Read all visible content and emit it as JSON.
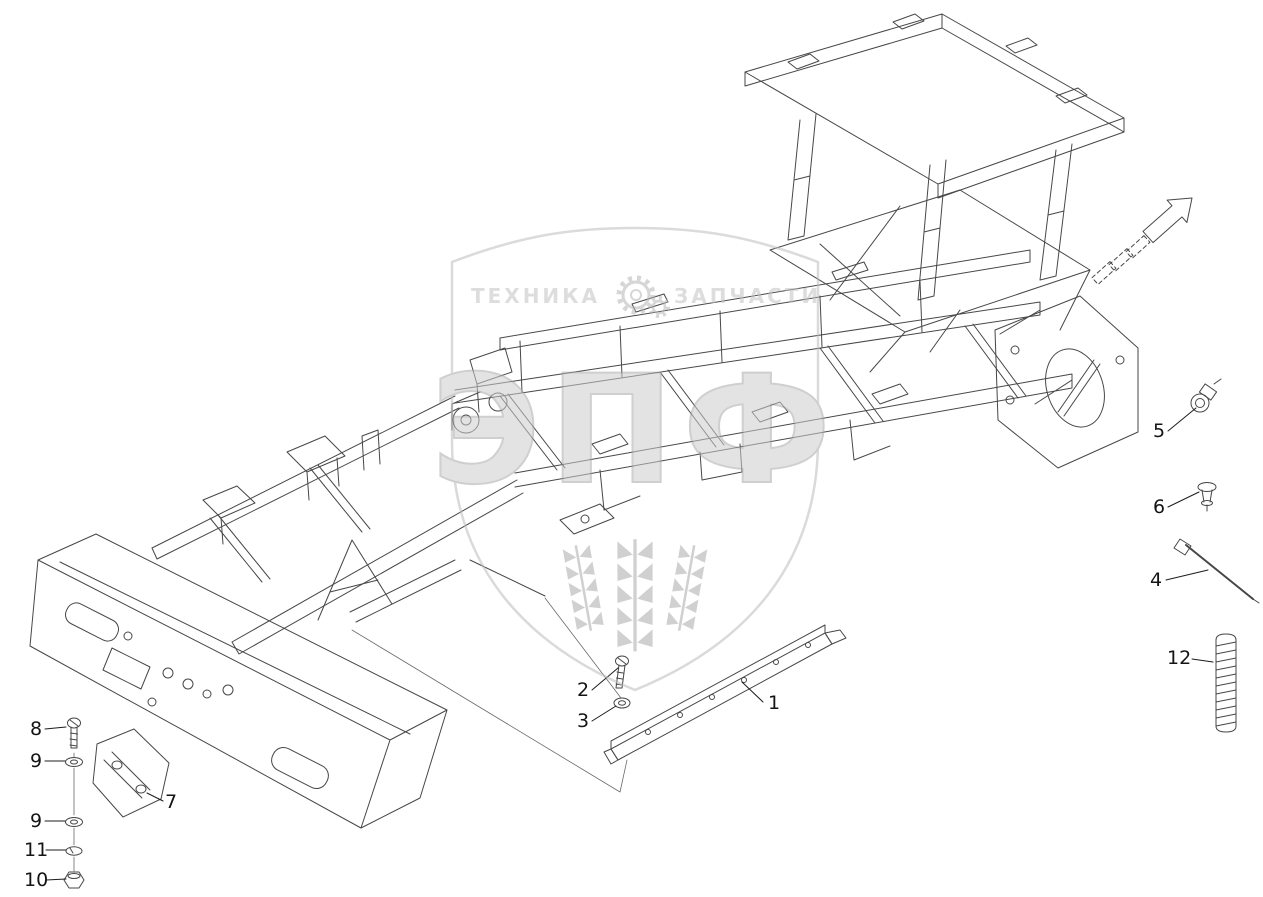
{
  "diagram": {
    "background": "#ffffff",
    "line_color": "#474747",
    "watermark": {
      "left_text": "ТЕХНИКА",
      "right_text": "ЗАПЧАСТИ",
      "logo_text": "ЭПФ",
      "color": "#c3c3c3"
    },
    "callouts": [
      {
        "label": "1"
      },
      {
        "label": "2"
      },
      {
        "label": "3"
      },
      {
        "label": "4"
      },
      {
        "label": "5"
      },
      {
        "label": "6"
      },
      {
        "label": "7"
      },
      {
        "label": "8"
      },
      {
        "label": "9"
      },
      {
        "label": "9"
      },
      {
        "label": "10"
      },
      {
        "label": "11"
      },
      {
        "label": "12"
      }
    ]
  }
}
